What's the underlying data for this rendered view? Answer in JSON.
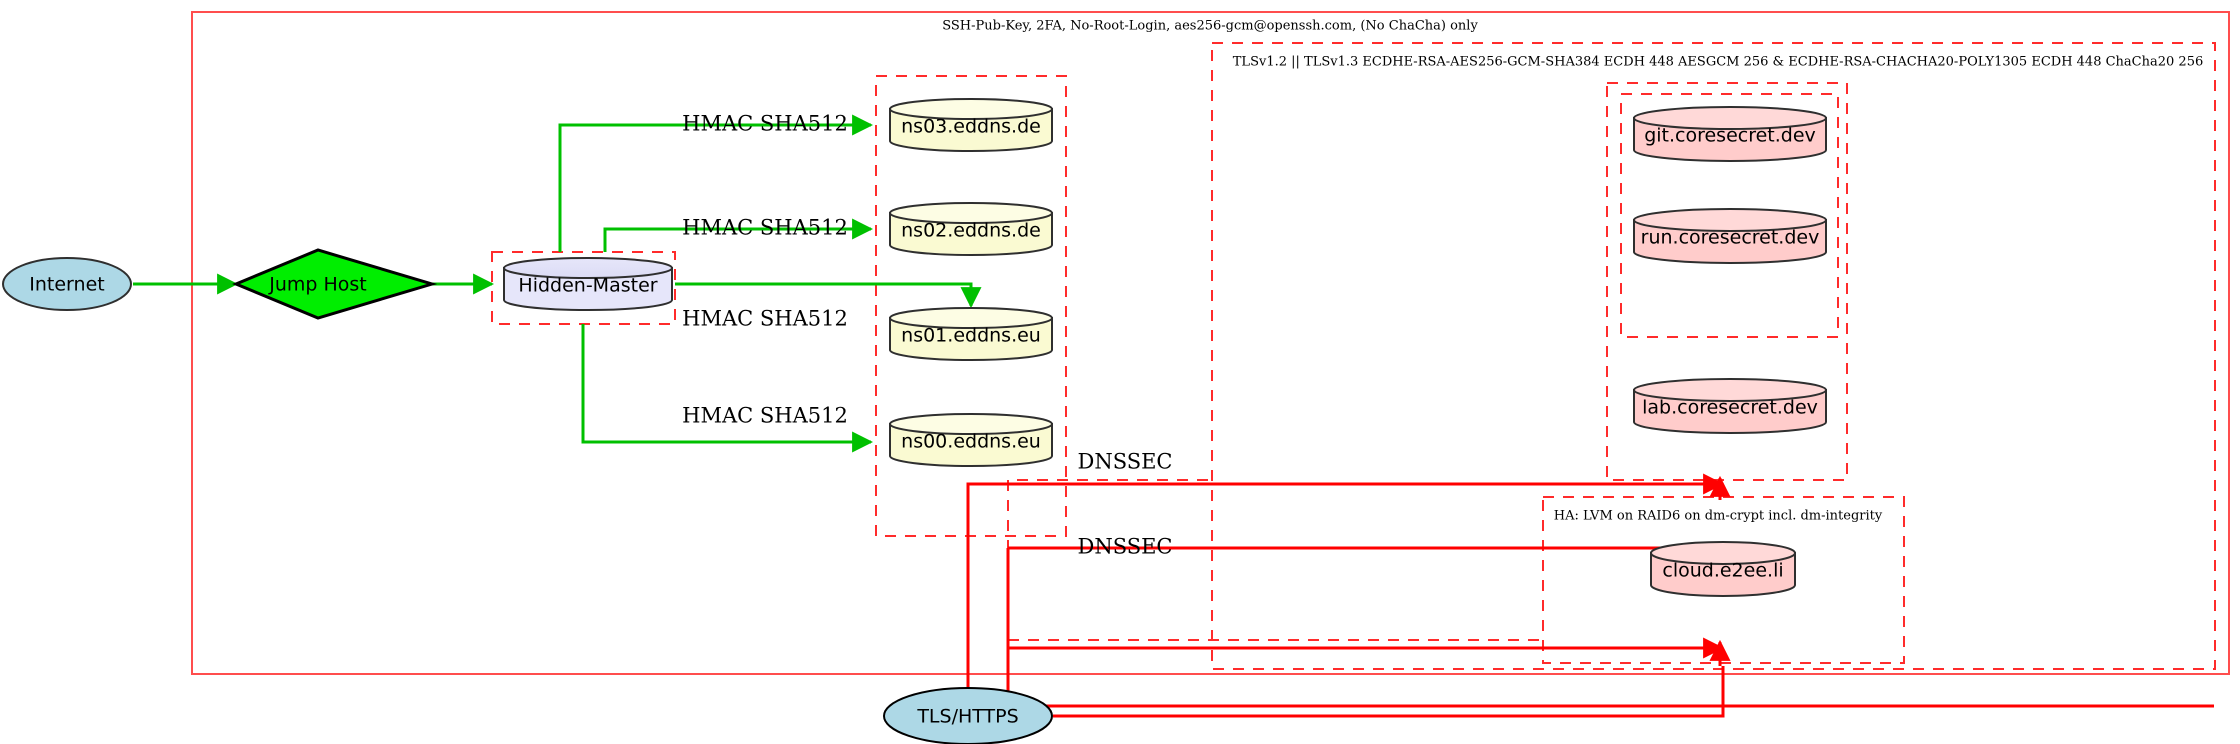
{
  "diagram": {
    "title": "Network security architecture diagram",
    "colors": {
      "cluster_border": "#ff2b2b",
      "red_edge": "#ff0000",
      "green_edge": "#00c000",
      "internet_fill": "#add8e6",
      "jumphost_fill": "#00ee00",
      "hidden_master_fill": "#e6e6fa",
      "ns_fill": "#fafad2",
      "coresecret_fill": "#ffcccb",
      "node_stroke": "#2f2f2f"
    },
    "clusters": [
      {
        "id": "ssh-cluster",
        "label": "SSH-Pub-Key, 2FA, No-Root-Login, aes256-gcm@openssh.com, (No ChaCha) only",
        "style": "solid"
      },
      {
        "id": "tls-cluster",
        "label": "TLSv1.2 || TLSv1.3 ECDHE-RSA-AES256-GCM-SHA384 ECDH 448 AESGCM 256 & ECDHE-RSA-CHACHA20-POLY1305 ECDH 448 ChaCha20 256",
        "style": "dashed"
      },
      {
        "id": "ha-cluster",
        "label": "HA: LVM on RAID6 on dm-crypt incl. dm-integrity",
        "style": "dashed"
      },
      {
        "id": "hidden-master-cluster",
        "label": "",
        "style": "dashed"
      },
      {
        "id": "ns-cluster",
        "label": "",
        "style": "dashed"
      },
      {
        "id": "coresecret-cluster",
        "label": "",
        "style": "dashed"
      },
      {
        "id": "gitrun-cluster",
        "label": "",
        "style": "dashed"
      },
      {
        "id": "dnssec-cluster",
        "label": "",
        "style": "dashed"
      }
    ],
    "nodes": [
      {
        "id": "internet",
        "label": "Internet",
        "shape": "ellipse",
        "fill": "#add8e6"
      },
      {
        "id": "jump-host",
        "label": "Jump Host",
        "shape": "diamond",
        "fill": "#00ee00"
      },
      {
        "id": "hidden-master",
        "label": "Hidden-Master",
        "shape": "cylinder",
        "fill": "#e6e6fa"
      },
      {
        "id": "ns03",
        "label": "ns03.eddns.de",
        "shape": "cylinder",
        "fill": "#fafad2"
      },
      {
        "id": "ns02",
        "label": "ns02.eddns.de",
        "shape": "cylinder",
        "fill": "#fafad2"
      },
      {
        "id": "ns01",
        "label": "ns01.eddns.eu",
        "shape": "cylinder",
        "fill": "#fafad2"
      },
      {
        "id": "ns00",
        "label": "ns00.eddns.eu",
        "shape": "cylinder",
        "fill": "#fafad2"
      },
      {
        "id": "git",
        "label": "git.coresecret.dev",
        "shape": "cylinder",
        "fill": "#ffcccb"
      },
      {
        "id": "run",
        "label": "run.coresecret.dev",
        "shape": "cylinder",
        "fill": "#ffcccb"
      },
      {
        "id": "lab",
        "label": "lab.coresecret.dev",
        "shape": "cylinder",
        "fill": "#ffcccb"
      },
      {
        "id": "cloud",
        "label": "cloud.e2ee.li",
        "shape": "cylinder",
        "fill": "#ffcccb"
      },
      {
        "id": "tls-https",
        "label": "TLS/HTTPS",
        "shape": "ellipse",
        "fill": "#add8e6"
      }
    ],
    "edges": [
      {
        "id": "e-internet-jump",
        "from": "internet",
        "to": "jump-host",
        "label": "",
        "color": "green"
      },
      {
        "id": "e-jump-hidden",
        "from": "jump-host",
        "to": "hidden-master",
        "label": "",
        "color": "green"
      },
      {
        "id": "e-hidden-ns03",
        "from": "hidden-master",
        "to": "ns03",
        "label": "HMAC SHA512",
        "color": "green"
      },
      {
        "id": "e-hidden-ns02",
        "from": "hidden-master",
        "to": "ns02",
        "label": "HMAC SHA512",
        "color": "green"
      },
      {
        "id": "e-hidden-ns01",
        "from": "hidden-master",
        "to": "ns01",
        "label": "HMAC SHA512",
        "color": "green"
      },
      {
        "id": "e-hidden-ns00",
        "from": "hidden-master",
        "to": "ns00",
        "label": "HMAC SHA512",
        "color": "green"
      },
      {
        "id": "e-dnssec-upper",
        "from": "tls-https",
        "to": "coresecret-cluster",
        "label": "DNSSEC",
        "color": "red"
      },
      {
        "id": "e-dnssec-lower",
        "from": "tls-https",
        "to": "ha-cluster",
        "label": "DNSSEC",
        "color": "red"
      },
      {
        "id": "e-tls-right",
        "from": "tls-https",
        "to": "ssh-cluster",
        "label": "",
        "color": "red"
      }
    ]
  }
}
